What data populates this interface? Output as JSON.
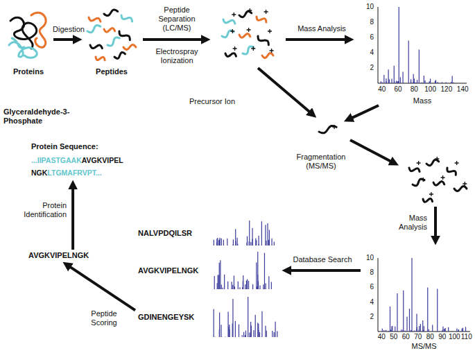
{
  "diagram": {
    "nodes": [
      {
        "text": [
          "Proteins"
        ]
      },
      {
        "text": [
          "Peptides"
        ]
      },
      {
        "text": [
          "Mass"
        ]
      },
      {
        "text": [
          "MS/MS"
        ]
      },
      {
        "text": [
          "NALVPDQILSR"
        ]
      },
      {
        "text": [
          "AVGKVIPELNGK"
        ]
      },
      {
        "text": [
          "GDINENGEYSK"
        ]
      },
      {
        "text": [
          "AVGKVIPELNGK"
        ]
      },
      {
        "text": [
          "Glyceraldehyde-3-Phosphate",
          "Protein Sequence:",
          "...IIPASTGAAK",
          "AVGKVIPELNGK",
          "LTGMAFRVPT..."
        ]
      }
    ],
    "edges": [
      {
        "from": 0,
        "to": 1,
        "label": "Digestion",
        "arrow": "to"
      },
      {
        "from": 3,
        "to": 5,
        "label": "Database Search",
        "arrow": "to"
      },
      {
        "from": 6,
        "to": 7,
        "label": "Peptide Scoring",
        "arrow": "to"
      },
      {
        "from": 7,
        "to": 8,
        "label": "Protein Identification",
        "arrow": "to"
      }
    ],
    "labels": [
      "Peptide Separation (LC/MS)",
      "Electrospray Ionization",
      "Mass Analysis",
      "Precursor Ion",
      "Fragmentation (MS/MS)",
      "Mass Analysis",
      "10",
      "8",
      "6",
      "4",
      "2",
      "40",
      "60",
      "80",
      "100",
      "120",
      "140",
      "10",
      "8",
      "6",
      "4",
      "2",
      "40",
      "50",
      "60",
      "70",
      "80",
      "90",
      "100",
      "110"
    ]
  }
}
